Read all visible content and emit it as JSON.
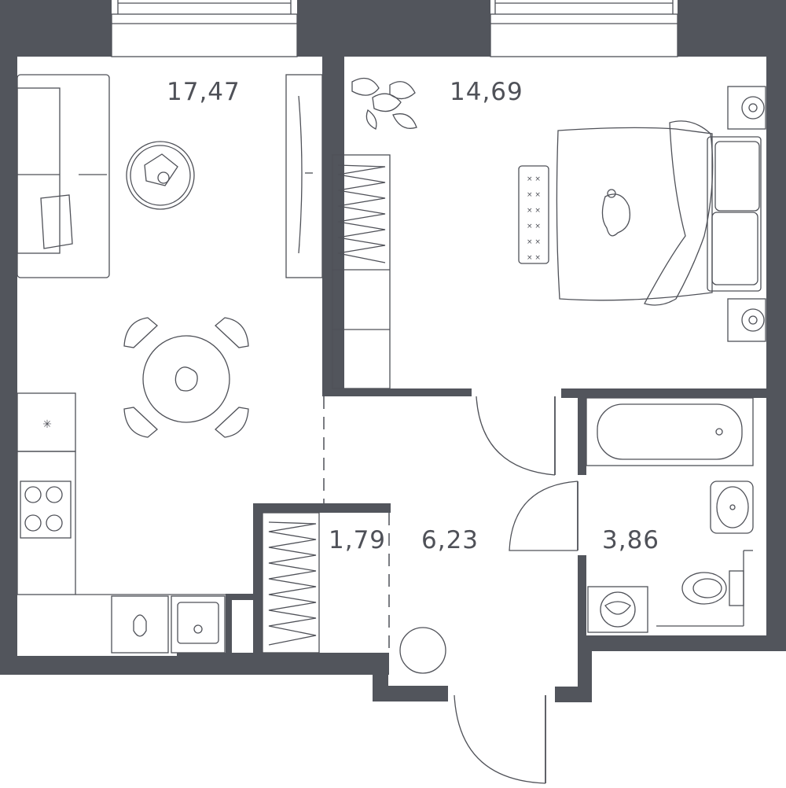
{
  "rooms": [
    {
      "name": "living-kitchen",
      "area": "17,47"
    },
    {
      "name": "bedroom",
      "area": "14,69"
    },
    {
      "name": "wardrobe",
      "area": "1,79"
    },
    {
      "name": "hallway",
      "area": "6,23"
    },
    {
      "name": "bathroom",
      "area": "3,86"
    }
  ],
  "colors": {
    "wall": "#52555c",
    "line": "#4f5158",
    "background": "#ffffff"
  },
  "icons": [
    "sofa-icon",
    "coffee-table-icon",
    "tv-icon",
    "dining-table-icon",
    "chair-icon",
    "plant-icon",
    "bed-icon",
    "nightstand-icon",
    "cat-icon",
    "rug-icon",
    "wardrobe-icon",
    "stove-icon",
    "sink-icon",
    "bathtub-icon",
    "washbasin-icon",
    "toilet-icon",
    "washing-machine-icon",
    "door-icon",
    "window-icon",
    "ottoman-icon"
  ]
}
